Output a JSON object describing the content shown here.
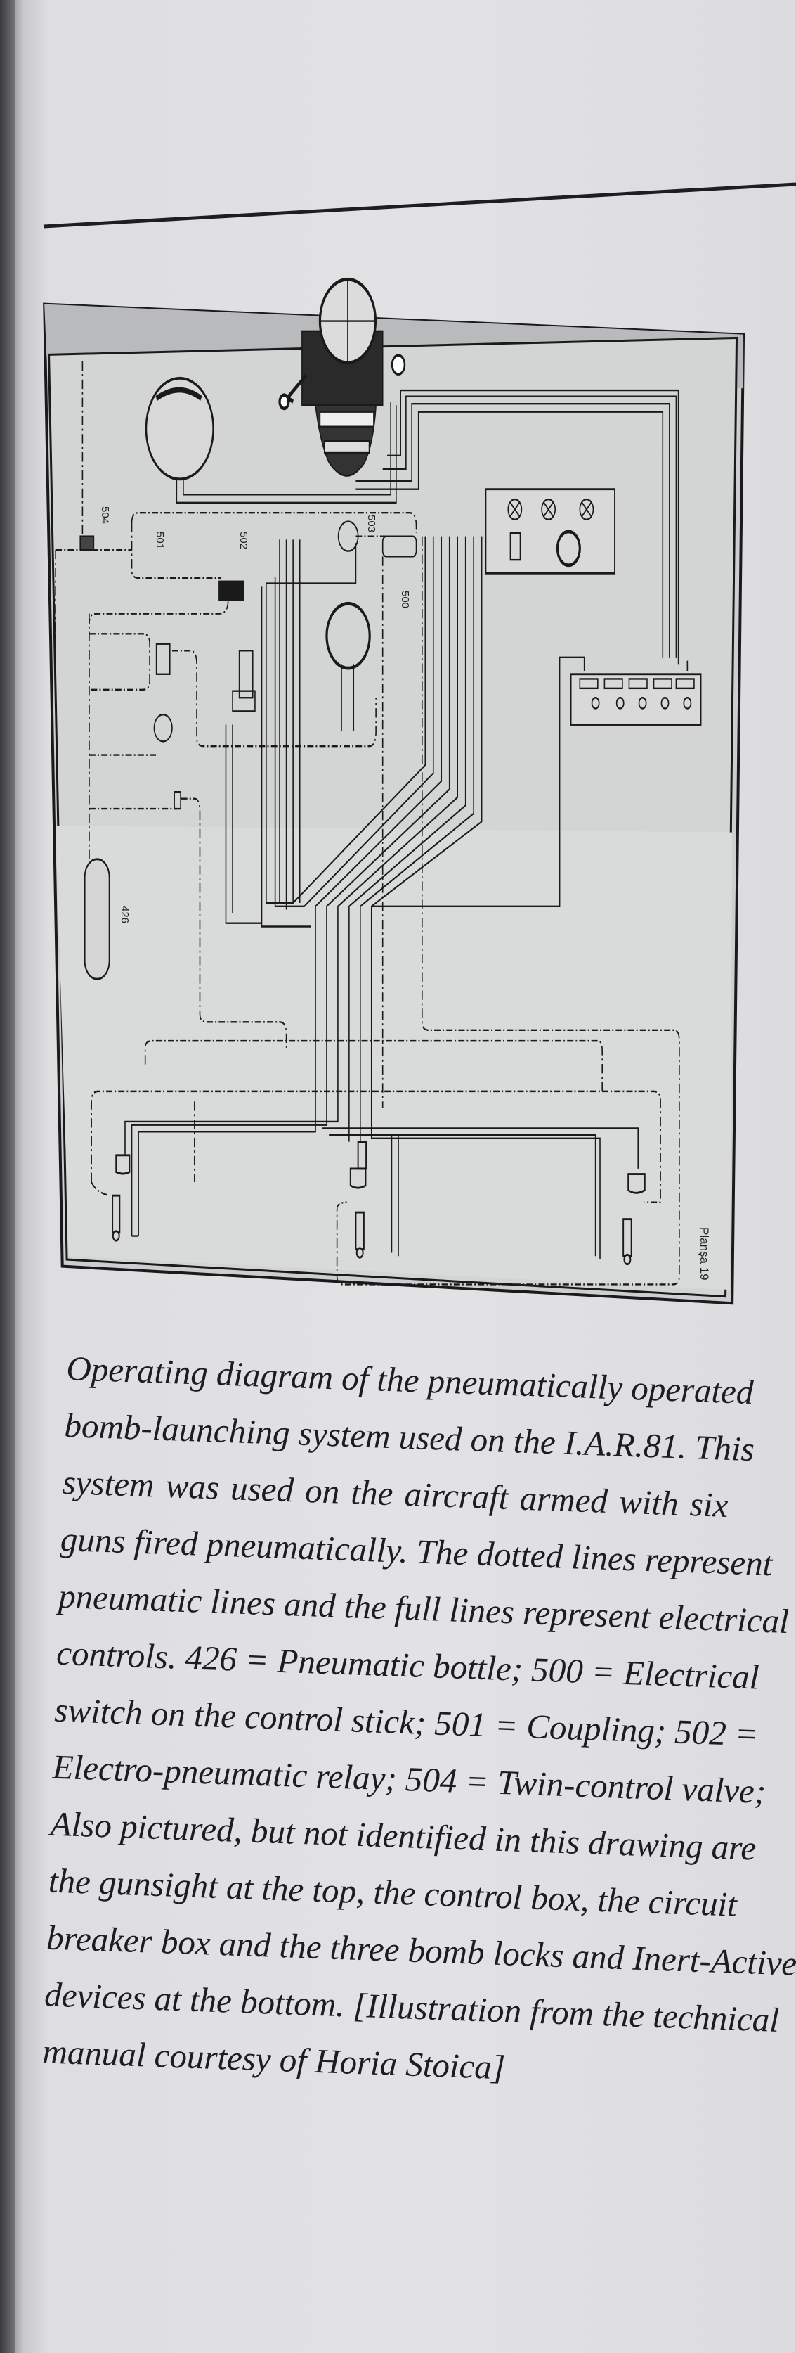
{
  "diagram": {
    "labels": {
      "l504": "504",
      "l501": "501",
      "l502": "502",
      "l503": "503",
      "l500": "500",
      "l426": "426",
      "plate": "Planșa 19"
    }
  },
  "caption": {
    "lines": [
      "Operating diagram of the pneumatically operated",
      "bomb-launching system used on the I.A.R.81. This",
      "system was used on the aircraft armed with six",
      "guns fired pneumatically. The dotted lines represent",
      "pneumatic lines and the full lines represent electrical",
      "controls. 426 = Pneumatic bottle; 500 = Electrical",
      "switch on the control stick; 501 = Coupling; 502 =",
      "Electro-pneumatic relay; 504 = Twin-control valve;",
      "Also pictured, but not identified in this drawing are",
      "the gunsight at the top, the control box, the circuit",
      "breaker box and the three bomb locks and Inert-Active",
      "devices at the bottom. [Illustration from the technical",
      "manual courtesy of Horia Stoica]"
    ]
  },
  "colors": {
    "ink": "#1a1a1a",
    "paper": "#e0e0e2",
    "plate": "#cfd0d0"
  }
}
